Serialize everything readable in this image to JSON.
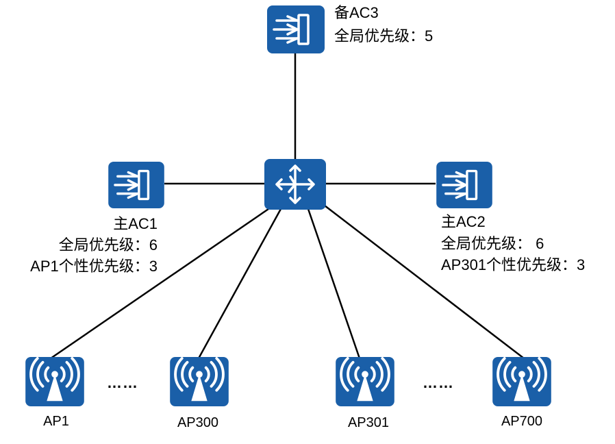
{
  "backup_ac": {
    "name": "备AC3",
    "global_priority": "全局优先级：5"
  },
  "primary_ac1": {
    "name": "主AC1",
    "global_priority": "全局优先级：6",
    "ap_priority": "AP1个性优先级：3"
  },
  "primary_ac2": {
    "name": "主AC2",
    "global_priority": "全局优先级： 6",
    "ap_priority": "AP301个性优先级：3"
  },
  "aps": [
    "AP1",
    "AP300",
    "AP301",
    "AP700"
  ],
  "ellipsis": "……",
  "colors": {
    "device": "#1a5fa8",
    "link": "#000000",
    "icon_stroke": "#ffffff"
  },
  "icons": {
    "ac": "access-controller-icon",
    "switch": "switch-icon",
    "ap": "wireless-ap-icon"
  }
}
